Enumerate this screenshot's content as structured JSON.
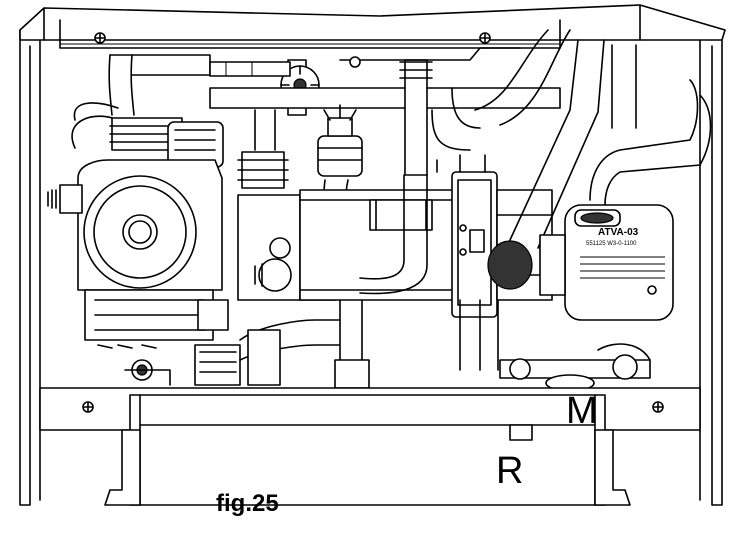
{
  "figure": {
    "caption": "fig.25",
    "callouts": {
      "m": "M",
      "r": "R"
    },
    "valve_plate": {
      "model": "ATVA-03",
      "serial": "551125 W3-0-1100"
    }
  }
}
